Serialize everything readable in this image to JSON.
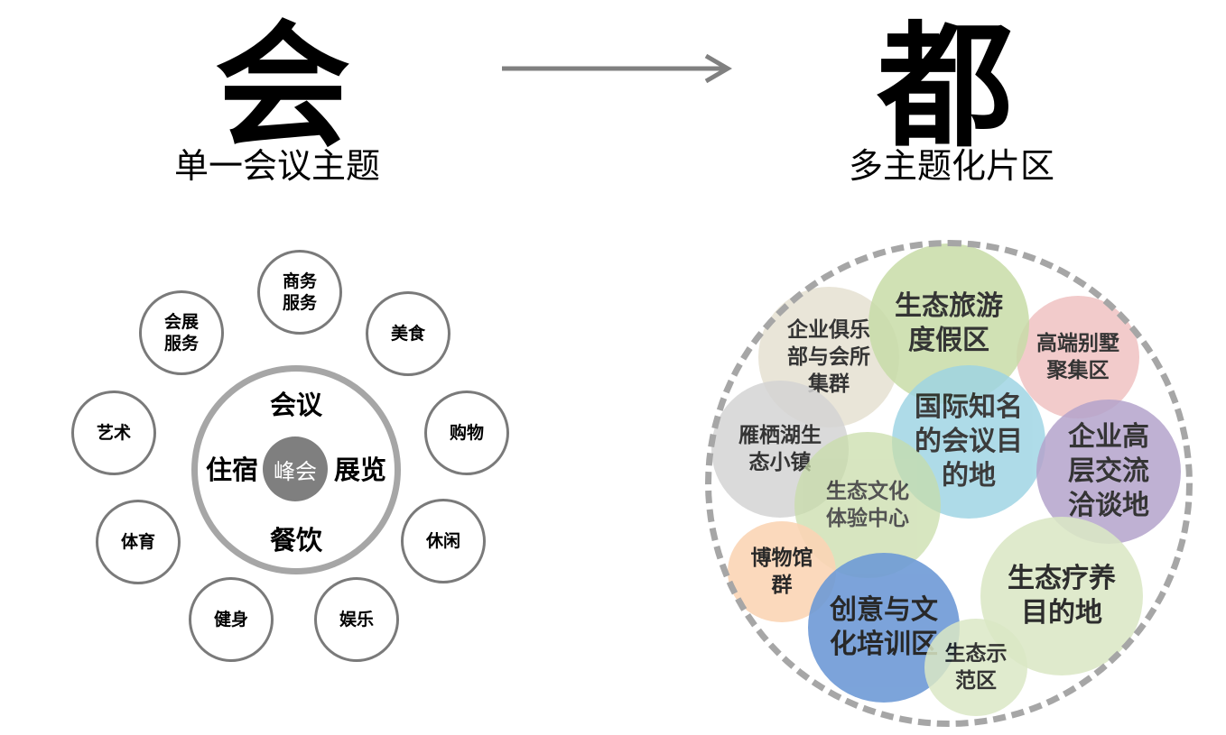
{
  "left": {
    "big_char": "会",
    "subtitle": "单一会议主题",
    "core": "峰会",
    "center_words": {
      "top": "会议",
      "left": "住宿",
      "right": "展览",
      "bottom": "餐饮"
    },
    "satellites": [
      "商务\n服务",
      "美食",
      "购物",
      "休闲",
      "娱乐",
      "健身",
      "体育",
      "艺术",
      "会展\n服务"
    ]
  },
  "right": {
    "big_char": "都",
    "subtitle": "多主题化片区",
    "zones": [
      "生态旅游\n度假区",
      "企业俱乐\n部与会所\n集群",
      "高端别墅\n聚集区",
      "雁栖湖生\n态小镇",
      "国际知名\n的会议目\n的地",
      "企业高\n层交流\n洽谈地",
      "生态文化\n体验中心",
      "博物馆\n群",
      "生态疗养\n目的地",
      "创意与文\n化培训区",
      "生态示\n范区"
    ]
  },
  "colors": {
    "ring_border": "#7a7a7a",
    "center_ring": "#a6a6a6",
    "core": "#7f7f7f",
    "arrow": "#808080",
    "dashed_circle": "#a6a6a6",
    "zone_green": "#c8dca8",
    "zone_beige": "#e6e1d2",
    "zone_pink": "#f0c2c2",
    "zone_grey": "#d4d4d4",
    "zone_blue": "#9dd4e4",
    "zone_purple": "#b4a4cc",
    "zone_peach": "#fbd5b5",
    "zone_royal": "#6e9ad6",
    "zone_lightgreen": "#dbe8c6"
  }
}
